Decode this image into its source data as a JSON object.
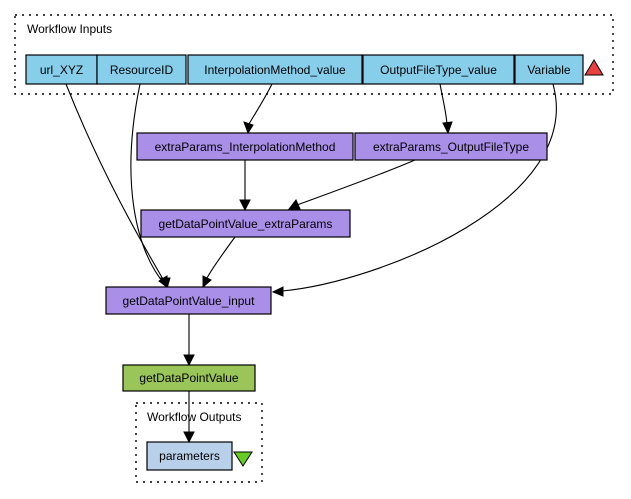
{
  "colors": {
    "input_fill": "#87ceeb",
    "processor_fill": "#a98fe8",
    "service_fill": "#9ac558",
    "output_fill": "#b8d0ea",
    "input_marker": "#e84040",
    "output_marker": "#66cc22",
    "border": "#000000"
  },
  "workflow_inputs": {
    "title": "Workflow Inputs",
    "ports": [
      {
        "label": "url_XYZ"
      },
      {
        "label": "ResourceID"
      },
      {
        "label": "InterpolationMethod_value"
      },
      {
        "label": "OutputFileType_value"
      },
      {
        "label": "Variable"
      }
    ],
    "marker_icon": "red-triangle-up-icon"
  },
  "processors": {
    "extra_interp": {
      "label": "extraParams_InterpolationMethod"
    },
    "extra_output": {
      "label": "extraParams_OutputFileType"
    },
    "get_extra": {
      "label": "getDataPointValue_extraParams"
    },
    "get_input": {
      "label": "getDataPointValue_input"
    },
    "get_value": {
      "label": "getDataPointValue"
    }
  },
  "workflow_outputs": {
    "title": "Workflow Outputs",
    "ports": [
      {
        "label": "parameters"
      }
    ],
    "marker_icon": "green-triangle-down-icon"
  },
  "edges": [
    {
      "from": "url_XYZ",
      "to": "getDataPointValue_input"
    },
    {
      "from": "ResourceID",
      "to": "getDataPointValue_input"
    },
    {
      "from": "InterpolationMethod_value",
      "to": "extraParams_InterpolationMethod"
    },
    {
      "from": "OutputFileType_value",
      "to": "extraParams_OutputFileType"
    },
    {
      "from": "Variable",
      "to": "getDataPointValue_input"
    },
    {
      "from": "extraParams_InterpolationMethod",
      "to": "getDataPointValue_extraParams"
    },
    {
      "from": "extraParams_OutputFileType",
      "to": "getDataPointValue_extraParams"
    },
    {
      "from": "getDataPointValue_extraParams",
      "to": "getDataPointValue_input"
    },
    {
      "from": "getDataPointValue_input",
      "to": "getDataPointValue"
    },
    {
      "from": "getDataPointValue",
      "to": "parameters"
    }
  ]
}
